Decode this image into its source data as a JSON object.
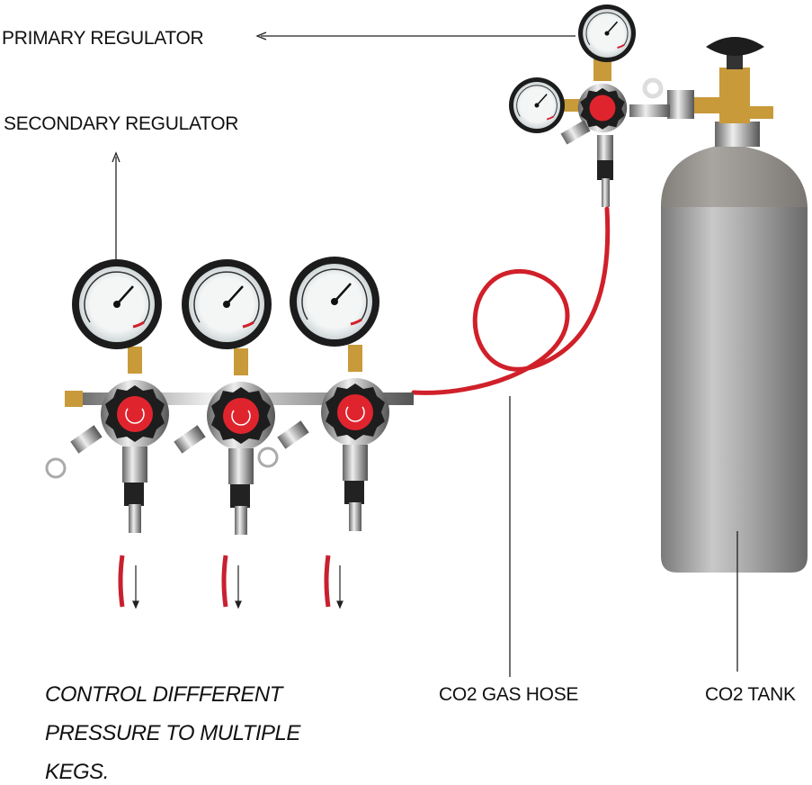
{
  "labels": {
    "primary_regulator": "PRIMARY REGULATOR",
    "secondary_regulator": "SECONDARY REGULATOR",
    "co2_gas_hose": "CO2 GAS HOSE",
    "co2_tank": "CO2 TANK"
  },
  "note": {
    "lines": [
      "CONTROL DIFFFERENT",
      "PRESSURE TO MULTIPLE",
      "KEGS."
    ]
  },
  "colors": {
    "hose_red": "#d0202a",
    "knob_red": "#e0242e",
    "tank_gray": "#9a9a9a",
    "gauge_black": "#1c1c1c",
    "brass": "#c89a3a"
  }
}
